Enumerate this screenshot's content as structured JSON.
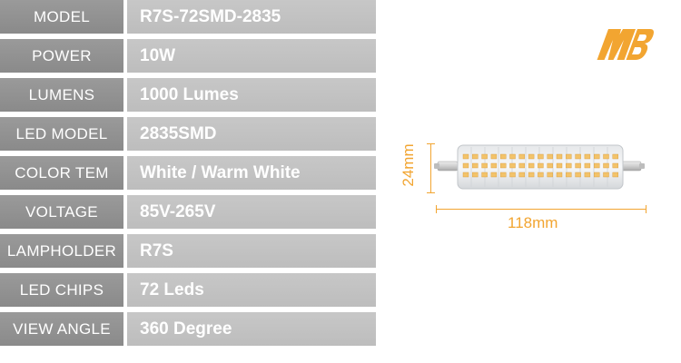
{
  "specs": [
    {
      "label": "MODEL",
      "value": "R7S-72SMD-2835"
    },
    {
      "label": "POWER",
      "value": "10W"
    },
    {
      "label": "LUMENS",
      "value": "1000 Lumes"
    },
    {
      "label": "LED MODEL",
      "value": "2835SMD"
    },
    {
      "label": "COLOR  TEM",
      "value": "White / Warm White"
    },
    {
      "label": "VOLTAGE",
      "value": "85V-265V"
    },
    {
      "label": "LAMPHOLDER",
      "value": "R7S"
    },
    {
      "label": "LED CHIPS",
      "value": "72 Leds"
    },
    {
      "label": "VIEW  ANGLE",
      "value": "360  Degree"
    }
  ],
  "product": {
    "height_dimension": "24mm",
    "width_dimension": "118mm"
  },
  "colors": {
    "label_bg": "#8f8f8f",
    "value_bg": "#c2c2c2",
    "accent": "#f2a531"
  }
}
